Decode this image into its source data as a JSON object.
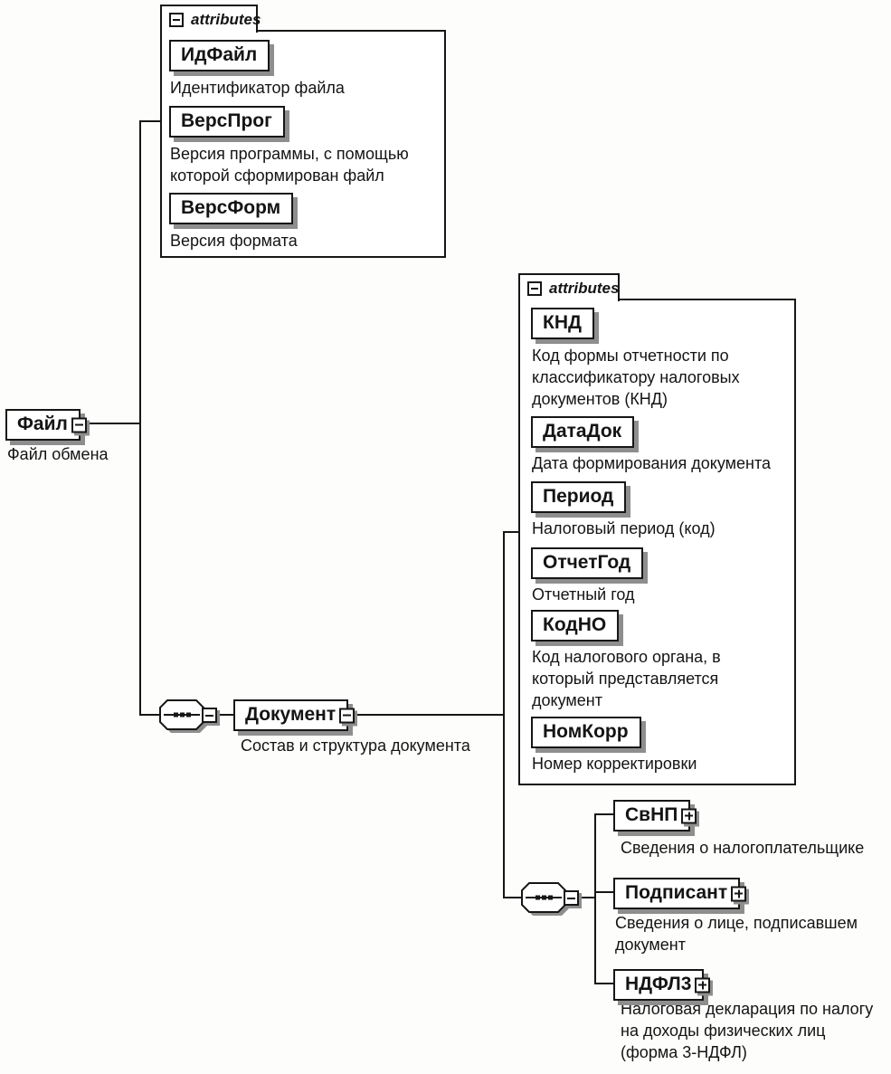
{
  "file_element": {
    "name": "Файл",
    "annotation": "Файл обмена"
  },
  "file_attributes": {
    "label": "attributes",
    "items": [
      {
        "name": "ИдФайл",
        "annotation": "Идентификатор файла"
      },
      {
        "name": "ВерсПрог",
        "annotation": "Версия программы, с помощью которой сформирован файл"
      },
      {
        "name": "ВерсФорм",
        "annotation": "Версия формата"
      }
    ]
  },
  "document_element": {
    "name": "Документ",
    "annotation": "Состав и структура документа"
  },
  "document_attributes": {
    "label": "attributes",
    "items": [
      {
        "name": "КНД",
        "annotation": "Код формы отчетности по классификатору налоговых документов (КНД)"
      },
      {
        "name": "ДатаДок",
        "annotation": "Дата формирования документа"
      },
      {
        "name": "Период",
        "annotation": "Налоговый период (код)"
      },
      {
        "name": "ОтчетГод",
        "annotation": "Отчетный год"
      },
      {
        "name": "КодНО",
        "annotation": "Код налогового органа, в который представляется документ"
      },
      {
        "name": "НомКорр",
        "annotation": "Номер корректировки"
      }
    ]
  },
  "document_children": {
    "items": [
      {
        "name": "СвНП",
        "annotation": "Сведения о налогоплательщике"
      },
      {
        "name": "Подписант",
        "annotation": "Сведения о лице, подписавшем документ"
      },
      {
        "name": "НДФЛ3",
        "annotation": "Налоговая декларация по налогу на доходы физических лиц (форма 3-НДФЛ)"
      }
    ]
  }
}
